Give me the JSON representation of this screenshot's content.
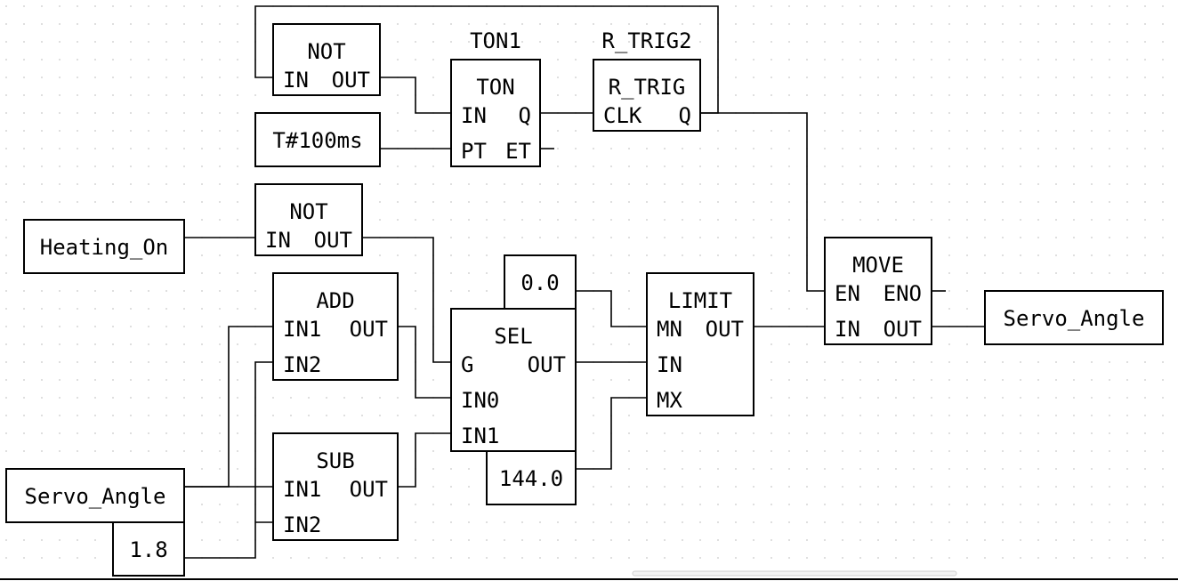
{
  "blocks": {
    "not_top": {
      "name": "NOT",
      "in": "IN",
      "out": "OUT"
    },
    "ton": {
      "instance": "TON1",
      "name": "TON",
      "in": "IN",
      "q": "Q",
      "pt": "PT",
      "et": "ET"
    },
    "rtrig": {
      "instance": "R_TRIG2",
      "name": "R_TRIG",
      "clk": "CLK",
      "q": "Q"
    },
    "not_mid": {
      "name": "NOT",
      "in": "IN",
      "out": "OUT"
    },
    "add": {
      "name": "ADD",
      "in1": "IN1",
      "in2": "IN2",
      "out": "OUT"
    },
    "sub": {
      "name": "SUB",
      "in1": "IN1",
      "in2": "IN2",
      "out": "OUT"
    },
    "sel": {
      "name": "SEL",
      "g": "G",
      "in0": "IN0",
      "in1": "IN1",
      "out": "OUT"
    },
    "limit": {
      "name": "LIMIT",
      "mn": "MN",
      "in": "IN",
      "mx": "MX",
      "out": "OUT"
    },
    "move": {
      "name": "MOVE",
      "en": "EN",
      "eno": "ENO",
      "in": "IN",
      "out": "OUT"
    }
  },
  "variables": {
    "t100": "T#100ms",
    "heating_on": "Heating_On",
    "servo_angle_in": "Servo_Angle",
    "const_1_8": "1.8",
    "const_0_0": "0.0",
    "const_144": "144.0",
    "servo_angle_out": "Servo_Angle"
  }
}
